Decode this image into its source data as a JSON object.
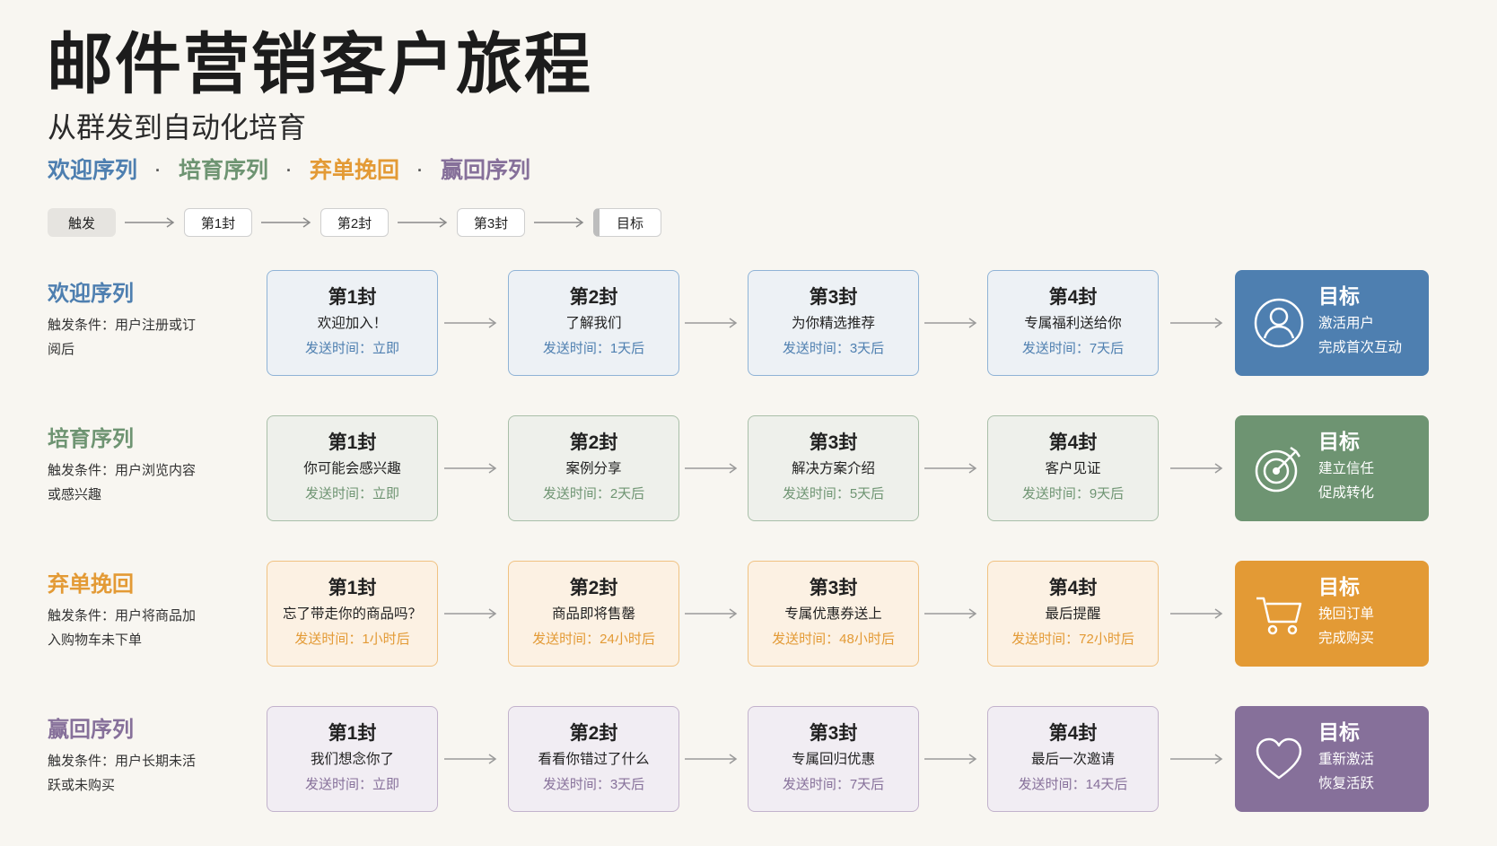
{
  "title": "邮件营销客户旅程",
  "subtitle": "从群发到自动化培育",
  "legend": {
    "items": [
      "欢迎序列",
      "培育序列",
      "弃单挽回",
      "赢回序列"
    ],
    "separator": "·"
  },
  "mini_flow": [
    "触发",
    "第1封",
    "第2封",
    "第3封",
    "目标"
  ],
  "colors": {
    "welcome": "#4e7fb0",
    "nurture": "#6e9472",
    "cart": "#e39a35",
    "winback": "#86709a",
    "arrow": "#9a9a9a"
  },
  "rows": [
    {
      "name": "欢迎序列",
      "trigger": "触发条件：用户注册或订阅后",
      "emails": [
        {
          "title": "第1封",
          "sub": "欢迎加入！",
          "time": "发送时间：立即"
        },
        {
          "title": "第2封",
          "sub": "了解我们",
          "time": "发送时间：1天后"
        },
        {
          "title": "第3封",
          "sub": "为你精选推荐",
          "time": "发送时间：3天后"
        },
        {
          "title": "第4封",
          "sub": "专属福利送给你",
          "time": "发送时间：7天后"
        }
      ],
      "goal": {
        "title": "目标",
        "line1": "激活用户",
        "line2": "完成首次互动",
        "icon": "user-icon"
      }
    },
    {
      "name": "培育序列",
      "trigger": "触发条件：用户浏览内容或感兴趣",
      "emails": [
        {
          "title": "第1封",
          "sub": "你可能会感兴趣",
          "time": "发送时间：立即"
        },
        {
          "title": "第2封",
          "sub": "案例分享",
          "time": "发送时间：2天后"
        },
        {
          "title": "第3封",
          "sub": "解决方案介绍",
          "time": "发送时间：5天后"
        },
        {
          "title": "第4封",
          "sub": "客户见证",
          "time": "发送时间：9天后"
        }
      ],
      "goal": {
        "title": "目标",
        "line1": "建立信任",
        "line2": "促成转化",
        "icon": "target-icon"
      }
    },
    {
      "name": "弃单挽回",
      "trigger": "触发条件：用户将商品加入购物车未下单",
      "emails": [
        {
          "title": "第1封",
          "sub": "忘了带走你的商品吗？",
          "time": "发送时间：1小时后"
        },
        {
          "title": "第2封",
          "sub": "商品即将售罄",
          "time": "发送时间：24小时后"
        },
        {
          "title": "第3封",
          "sub": "专属优惠券送上",
          "time": "发送时间：48小时后"
        },
        {
          "title": "第4封",
          "sub": "最后提醒",
          "time": "发送时间：72小时后"
        }
      ],
      "goal": {
        "title": "目标",
        "line1": "挽回订单",
        "line2": "完成购买",
        "icon": "cart-icon"
      }
    },
    {
      "name": "赢回序列",
      "trigger": "触发条件：用户长期未活跃或未购买",
      "emails": [
        {
          "title": "第1封",
          "sub": "我们想念你了",
          "time": "发送时间：立即"
        },
        {
          "title": "第2封",
          "sub": "看看你错过了什么",
          "time": "发送时间：3天后"
        },
        {
          "title": "第3封",
          "sub": "专属回归优惠",
          "time": "发送时间：7天后"
        },
        {
          "title": "第4封",
          "sub": "最后一次邀请",
          "time": "发送时间：14天后"
        }
      ],
      "goal": {
        "title": "目标",
        "line1": "重新激活",
        "line2": "恢复活跃",
        "icon": "heart-icon"
      }
    }
  ]
}
